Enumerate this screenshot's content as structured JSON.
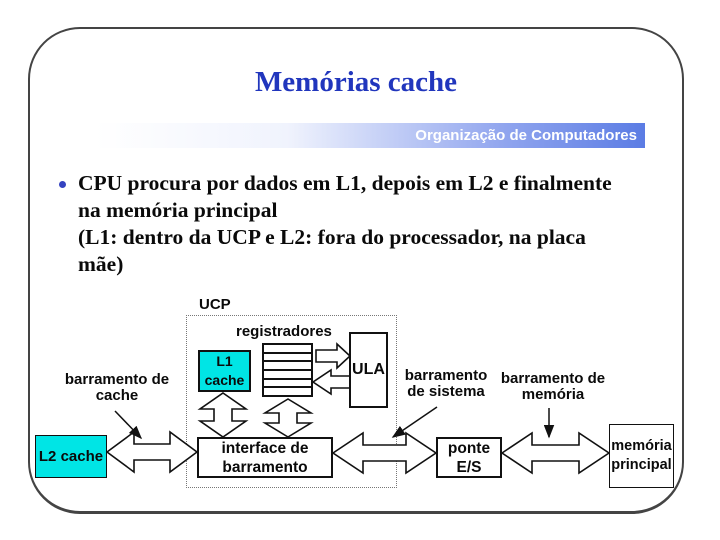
{
  "header": {
    "title": "Memórias cache",
    "banner": "Organização de Computadores"
  },
  "bullet": {
    "lines": [
      "CPU procura por dados em L1, depois em L2 e finalmente",
      "na memória principal",
      "(L1: dentro da UCP e L2: fora do processador, na placa",
      "mãe)"
    ]
  },
  "diagram": {
    "ucp_label": "UCP",
    "registers_label": "registradores",
    "l1_cache": {
      "line1": "L1",
      "line2": "cache"
    },
    "ula_label": "ULA",
    "bus_interface": {
      "line1": "interface de",
      "line2": "barramento"
    },
    "l2_cache_label": "L2 cache",
    "io_bridge": {
      "line1": "ponte",
      "line2": "E/S"
    },
    "main_memory": {
      "line1": "memória",
      "line2": "principal"
    },
    "cache_bus_label": {
      "line1": "barramento de",
      "line2": "cache"
    },
    "system_bus_label": {
      "line1": "barramento",
      "line2": "de sistema"
    },
    "memory_bus_label": {
      "line1": "barramento de",
      "line2": "memória"
    }
  },
  "colors": {
    "title_blue": "#2136bd",
    "banner_blue": "#5b7ce4",
    "cache_cyan": "#00e5e5",
    "bullet_blue": "#3443c0"
  }
}
